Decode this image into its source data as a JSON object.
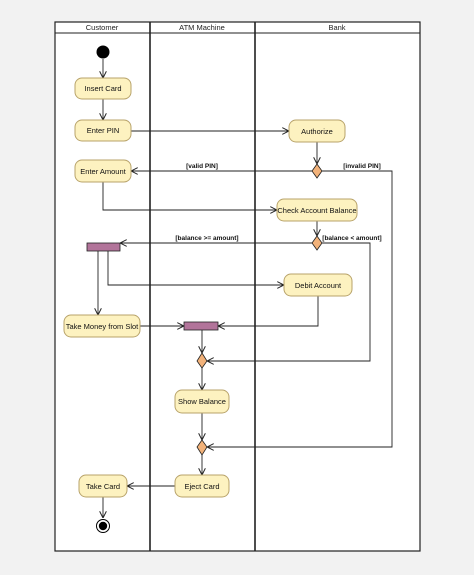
{
  "lanes": [
    {
      "id": "customer",
      "title": "Customer"
    },
    {
      "id": "atm",
      "title": "ATM Machine"
    },
    {
      "id": "bank",
      "title": "Bank"
    }
  ],
  "activities": {
    "insert_card": "Insert Card",
    "enter_pin": "Enter PIN",
    "authorize": "Authorize",
    "enter_amount": "Enter Amount",
    "check_balance": "Check Account Balance",
    "debit_account": "Debit Account",
    "take_money": "Take Money from Slot",
    "show_balance": "Show Balance",
    "take_card": "Take Card",
    "eject_card": "Eject Card"
  },
  "guards": {
    "valid_pin": "[valid PIN]",
    "invalid_pin": "[invalid PIN]",
    "balance_ge": "[balance >= amount]",
    "balance_lt": "[balance < amount]"
  },
  "colors": {
    "background": "#f2f2f2",
    "frame": "#ffffff",
    "activity_fill": "#fdf2c0",
    "activity_stroke": "#b8a36a",
    "decision_fill": "#f2b27a",
    "fork_bar": "#b2749a",
    "line": "#222222"
  }
}
